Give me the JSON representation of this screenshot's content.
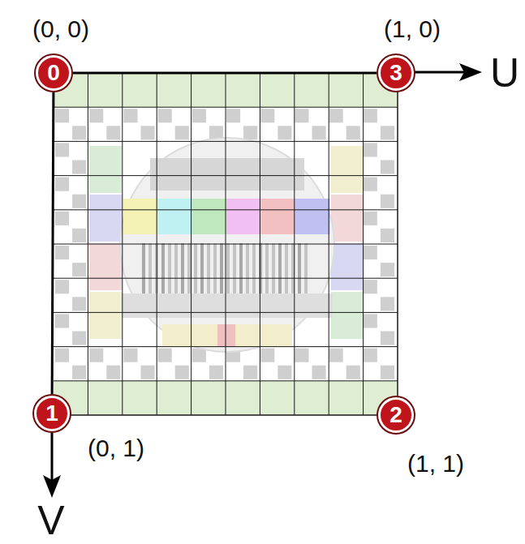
{
  "diagram": {
    "nodes": [
      {
        "text": [
          "0"
        ]
      },
      {
        "text": [
          "3"
        ]
      },
      {
        "text": [
          "1"
        ]
      },
      {
        "text": [
          "2"
        ]
      }
    ],
    "edges": [
      {
        "from": 0,
        "to": 1,
        "arrow": "none"
      },
      {
        "from": 0,
        "to": 2,
        "arrow": "none"
      }
    ],
    "labels": [
      "(0, 0)",
      "(1, 0)",
      "(0, 1)",
      "(1, 1)",
      "U",
      "V"
    ]
  }
}
